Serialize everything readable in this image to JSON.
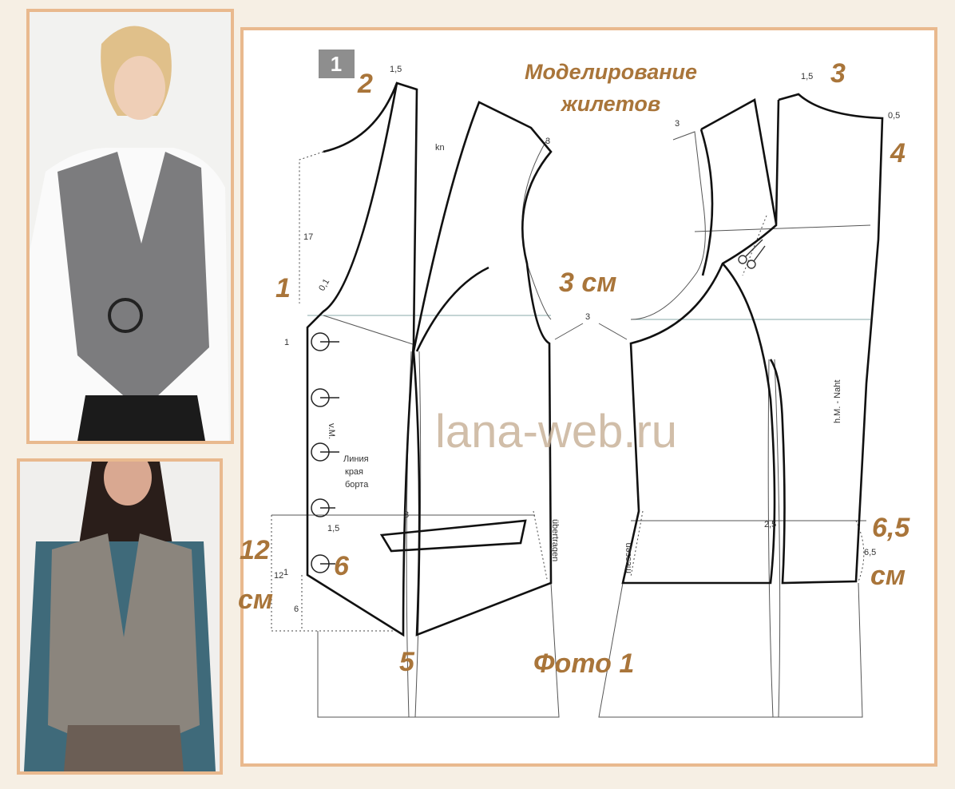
{
  "title": "Моделирование жилетов",
  "figure_badge": "1",
  "watermark": "lana-web.ru",
  "caption": "Фото 1",
  "step_markers": {
    "m1": "1",
    "m2": "2",
    "m3": "3",
    "m4": "4",
    "m5": "5",
    "m6": "6"
  },
  "dimension_callouts": {
    "armhole": "3 см",
    "hem_left_value": "12",
    "hem_left_unit": "см",
    "hem_right_value": "6,5",
    "hem_right_unit": "см"
  },
  "pattern_labels": {
    "front_shoulder": "1,5",
    "kn": "kn",
    "front_armhole": "3",
    "neck_depth": "17",
    "lapel": "0,1",
    "button_offset_top": "1",
    "center_front": "v.M.",
    "edge_line_1": "Линия",
    "edge_line_2": "края",
    "edge_line_3": "борта",
    "point_offset": "1,5",
    "hem_12": "12",
    "button_offset_bottom": "1",
    "hem_6": "6",
    "dart_width": "3",
    "ubertragen": "übertragen",
    "messen": "messen",
    "back_dart": "2,5",
    "back_seam": "h.M. - Naht",
    "back_shoulder": "1,5",
    "back_neck": "0,5",
    "back_armhole": "3",
    "side_armhole_gap": "3",
    "back_hem": "6,5"
  }
}
